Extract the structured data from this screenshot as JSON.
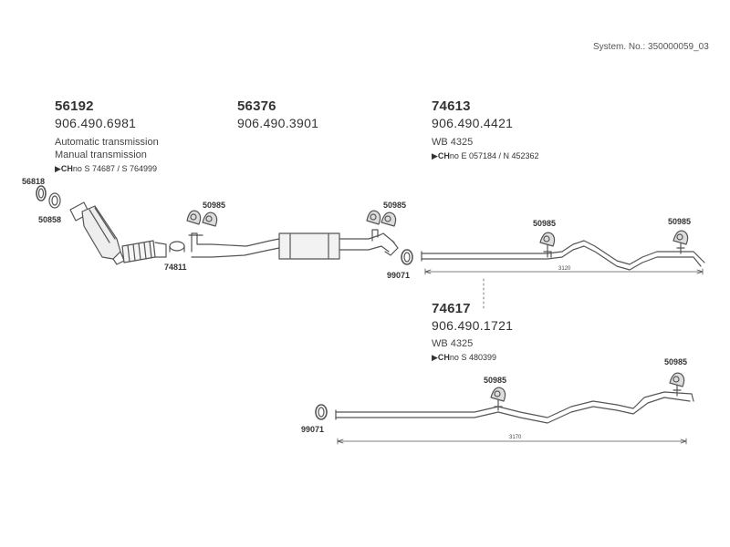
{
  "system_no": "System. No.: 350000059_03",
  "groups": [
    {
      "part_no": "56192",
      "oem_no": "906.490.6981",
      "notes": [
        "Automatic transmission",
        "Manual transmission"
      ],
      "ch_prefix": "CH",
      "ch_suffix": "no",
      "ch_text": "S 74687 / S 764999"
    },
    {
      "part_no": "56376",
      "oem_no": "906.490.3901"
    },
    {
      "part_no": "74613",
      "oem_no": "906.490.4421",
      "notes": [
        "WB 4325"
      ],
      "ch_prefix": "CH",
      "ch_suffix": "no",
      "ch_text": "E 057184 / N 452362"
    },
    {
      "part_no": "74617",
      "oem_no": "906.490.1721",
      "notes": [
        "WB 4325"
      ],
      "ch_prefix": "CH",
      "ch_suffix": "no",
      "ch_text": "S 480399"
    }
  ],
  "callouts": {
    "gasket_56818": "56818",
    "ring_50858": "50858",
    "clamp_74811": "74811",
    "hanger_50985_a": "50985",
    "hanger_50985_b": "50985",
    "clamp_99071_a": "99071",
    "hanger_50985_c": "50985",
    "hanger_50985_d": "50985",
    "hanger_50985_e": "50985",
    "hanger_50985_f": "50985",
    "clamp_99071_b": "99071"
  },
  "dimensions": {
    "pipe_74613_length": "3120",
    "pipe_74617_length": "3170"
  },
  "icons": {
    "ch_marker": "arrow-right-icon"
  }
}
